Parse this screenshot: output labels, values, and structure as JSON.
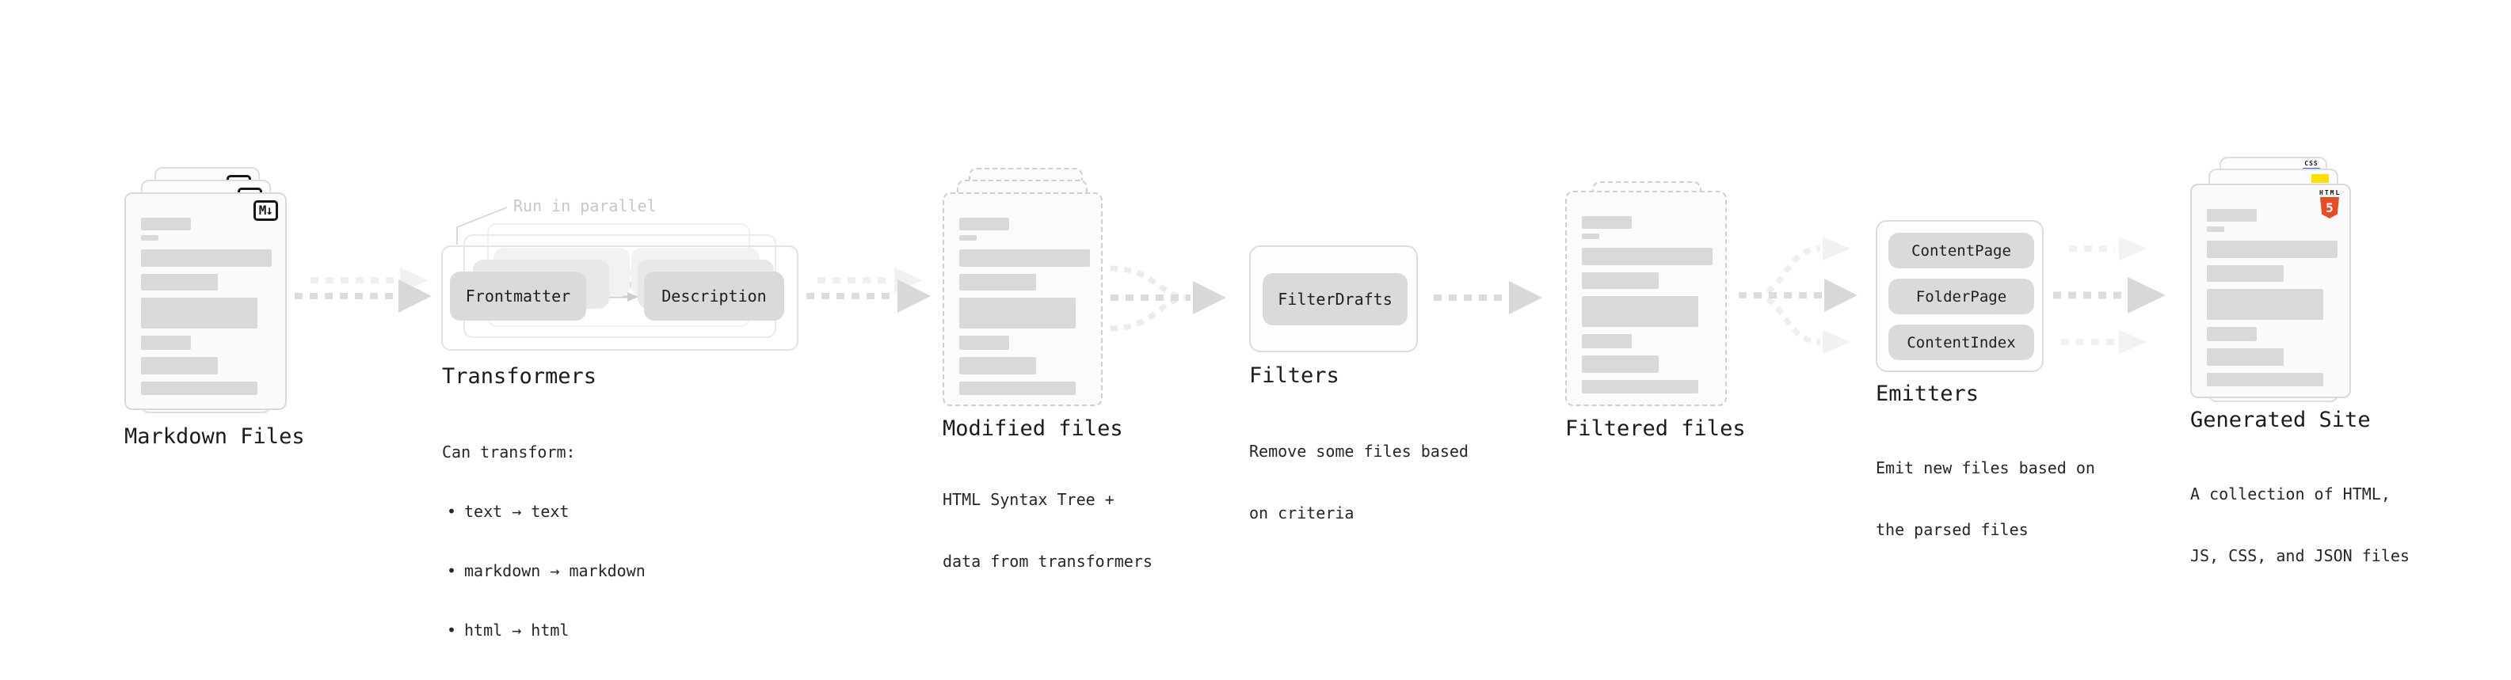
{
  "stages": {
    "markdown": {
      "title": "Markdown Files",
      "badge": "M↓"
    },
    "transformers": {
      "title": "Transformers",
      "annotation": "Run in parallel",
      "pill_left": "Frontmatter",
      "pill_right": "Description",
      "sub_heading": "Can transform:",
      "bullet_char": "•",
      "bullets": [
        "text → text",
        "markdown → markdown",
        "html → html"
      ]
    },
    "modified": {
      "title": "Modified files",
      "sub_line1": "HTML Syntax Tree +",
      "sub_line2": "data from transformers"
    },
    "filters": {
      "title": "Filters",
      "pill": "FilterDrafts",
      "sub_line1": "Remove some files based",
      "sub_line2": "on criteria"
    },
    "filtered": {
      "title": "Filtered files"
    },
    "emitters": {
      "title": "Emitters",
      "pills": [
        "ContentPage",
        "FolderPage",
        "ContentIndex"
      ],
      "sub_line1": "Emit new files based on",
      "sub_line2": "the parsed files"
    },
    "site": {
      "title": "Generated Site",
      "sub_line1": "A collection of HTML,",
      "sub_line2": "JS, CSS, and JSON files",
      "badge_css": "CSS",
      "badge_html_label": "HTML",
      "badge_html_number": "5"
    }
  },
  "colors": {
    "html5_orange": "#e44d26",
    "js_yellow": "#ffdf00",
    "css_blue": "#2c5bf2",
    "pill_gray": "#dadada",
    "bar_gray": "#d9d9d9",
    "arrow_gray": "#d8d8d8",
    "arrow_light": "#efefef",
    "text_dark": "#1b1b1b",
    "annotation_gray": "#c7c7c7"
  }
}
